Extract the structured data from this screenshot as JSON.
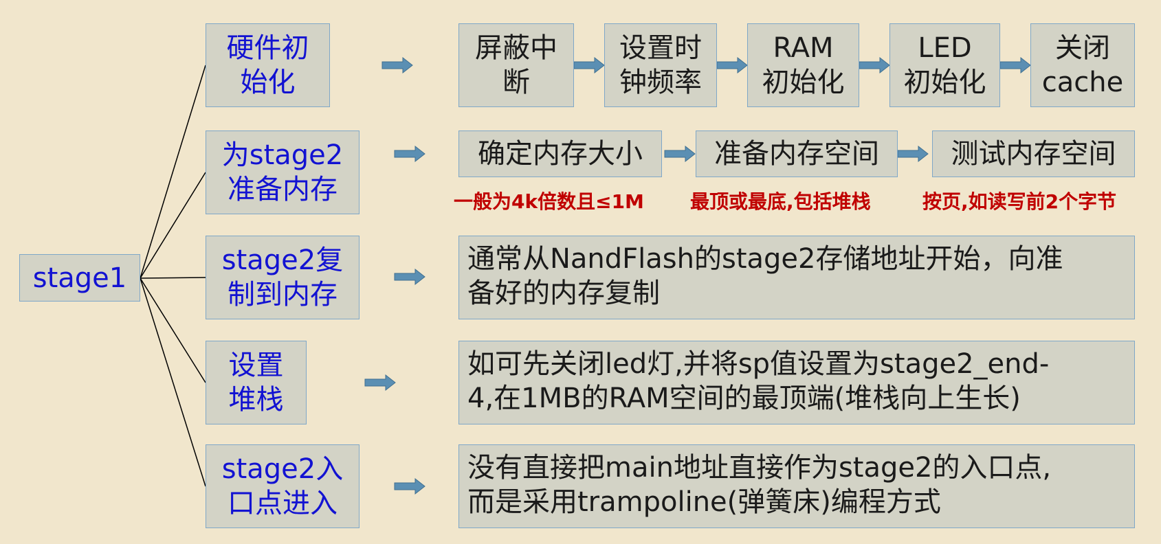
{
  "root": "stage1",
  "steps": [
    {
      "label": "硬件初\n始化",
      "chain": [
        "屏蔽中\n断",
        "设置时\n钟频率",
        "RAM\n初始化",
        "LED\n初始化",
        "关闭\ncache"
      ]
    },
    {
      "label": "为stage2\n准备内存",
      "chain": [
        "确定内存大小",
        "准备内存空间",
        "测试内存空间"
      ],
      "notes": [
        "一般为4k倍数且≤1M",
        "最顶或最底,包括堆栈",
        "按页,如读写前2个字节"
      ]
    },
    {
      "label": "stage2复\n制到内存",
      "desc": "通常从NandFlash的stage2存储地址开始，向准\n备好的内存复制"
    },
    {
      "label": "设置\n堆栈",
      "desc": "如可先关闭led灯,并将sp值设置为stage2_end-\n4,在1MB的RAM空间的最顶端(堆栈向上生长)"
    },
    {
      "label": "stage2入\n口点进入",
      "desc": "没有直接把main地址直接作为stage2的入口点,\n而是采用trampoline(弹簧床)编程方式"
    }
  ],
  "colors": {
    "arrow": "#5b8fb3",
    "label": "#1212d2",
    "note": "#c00000",
    "box": "#d3d3c6",
    "border": "#7ea7c8"
  }
}
